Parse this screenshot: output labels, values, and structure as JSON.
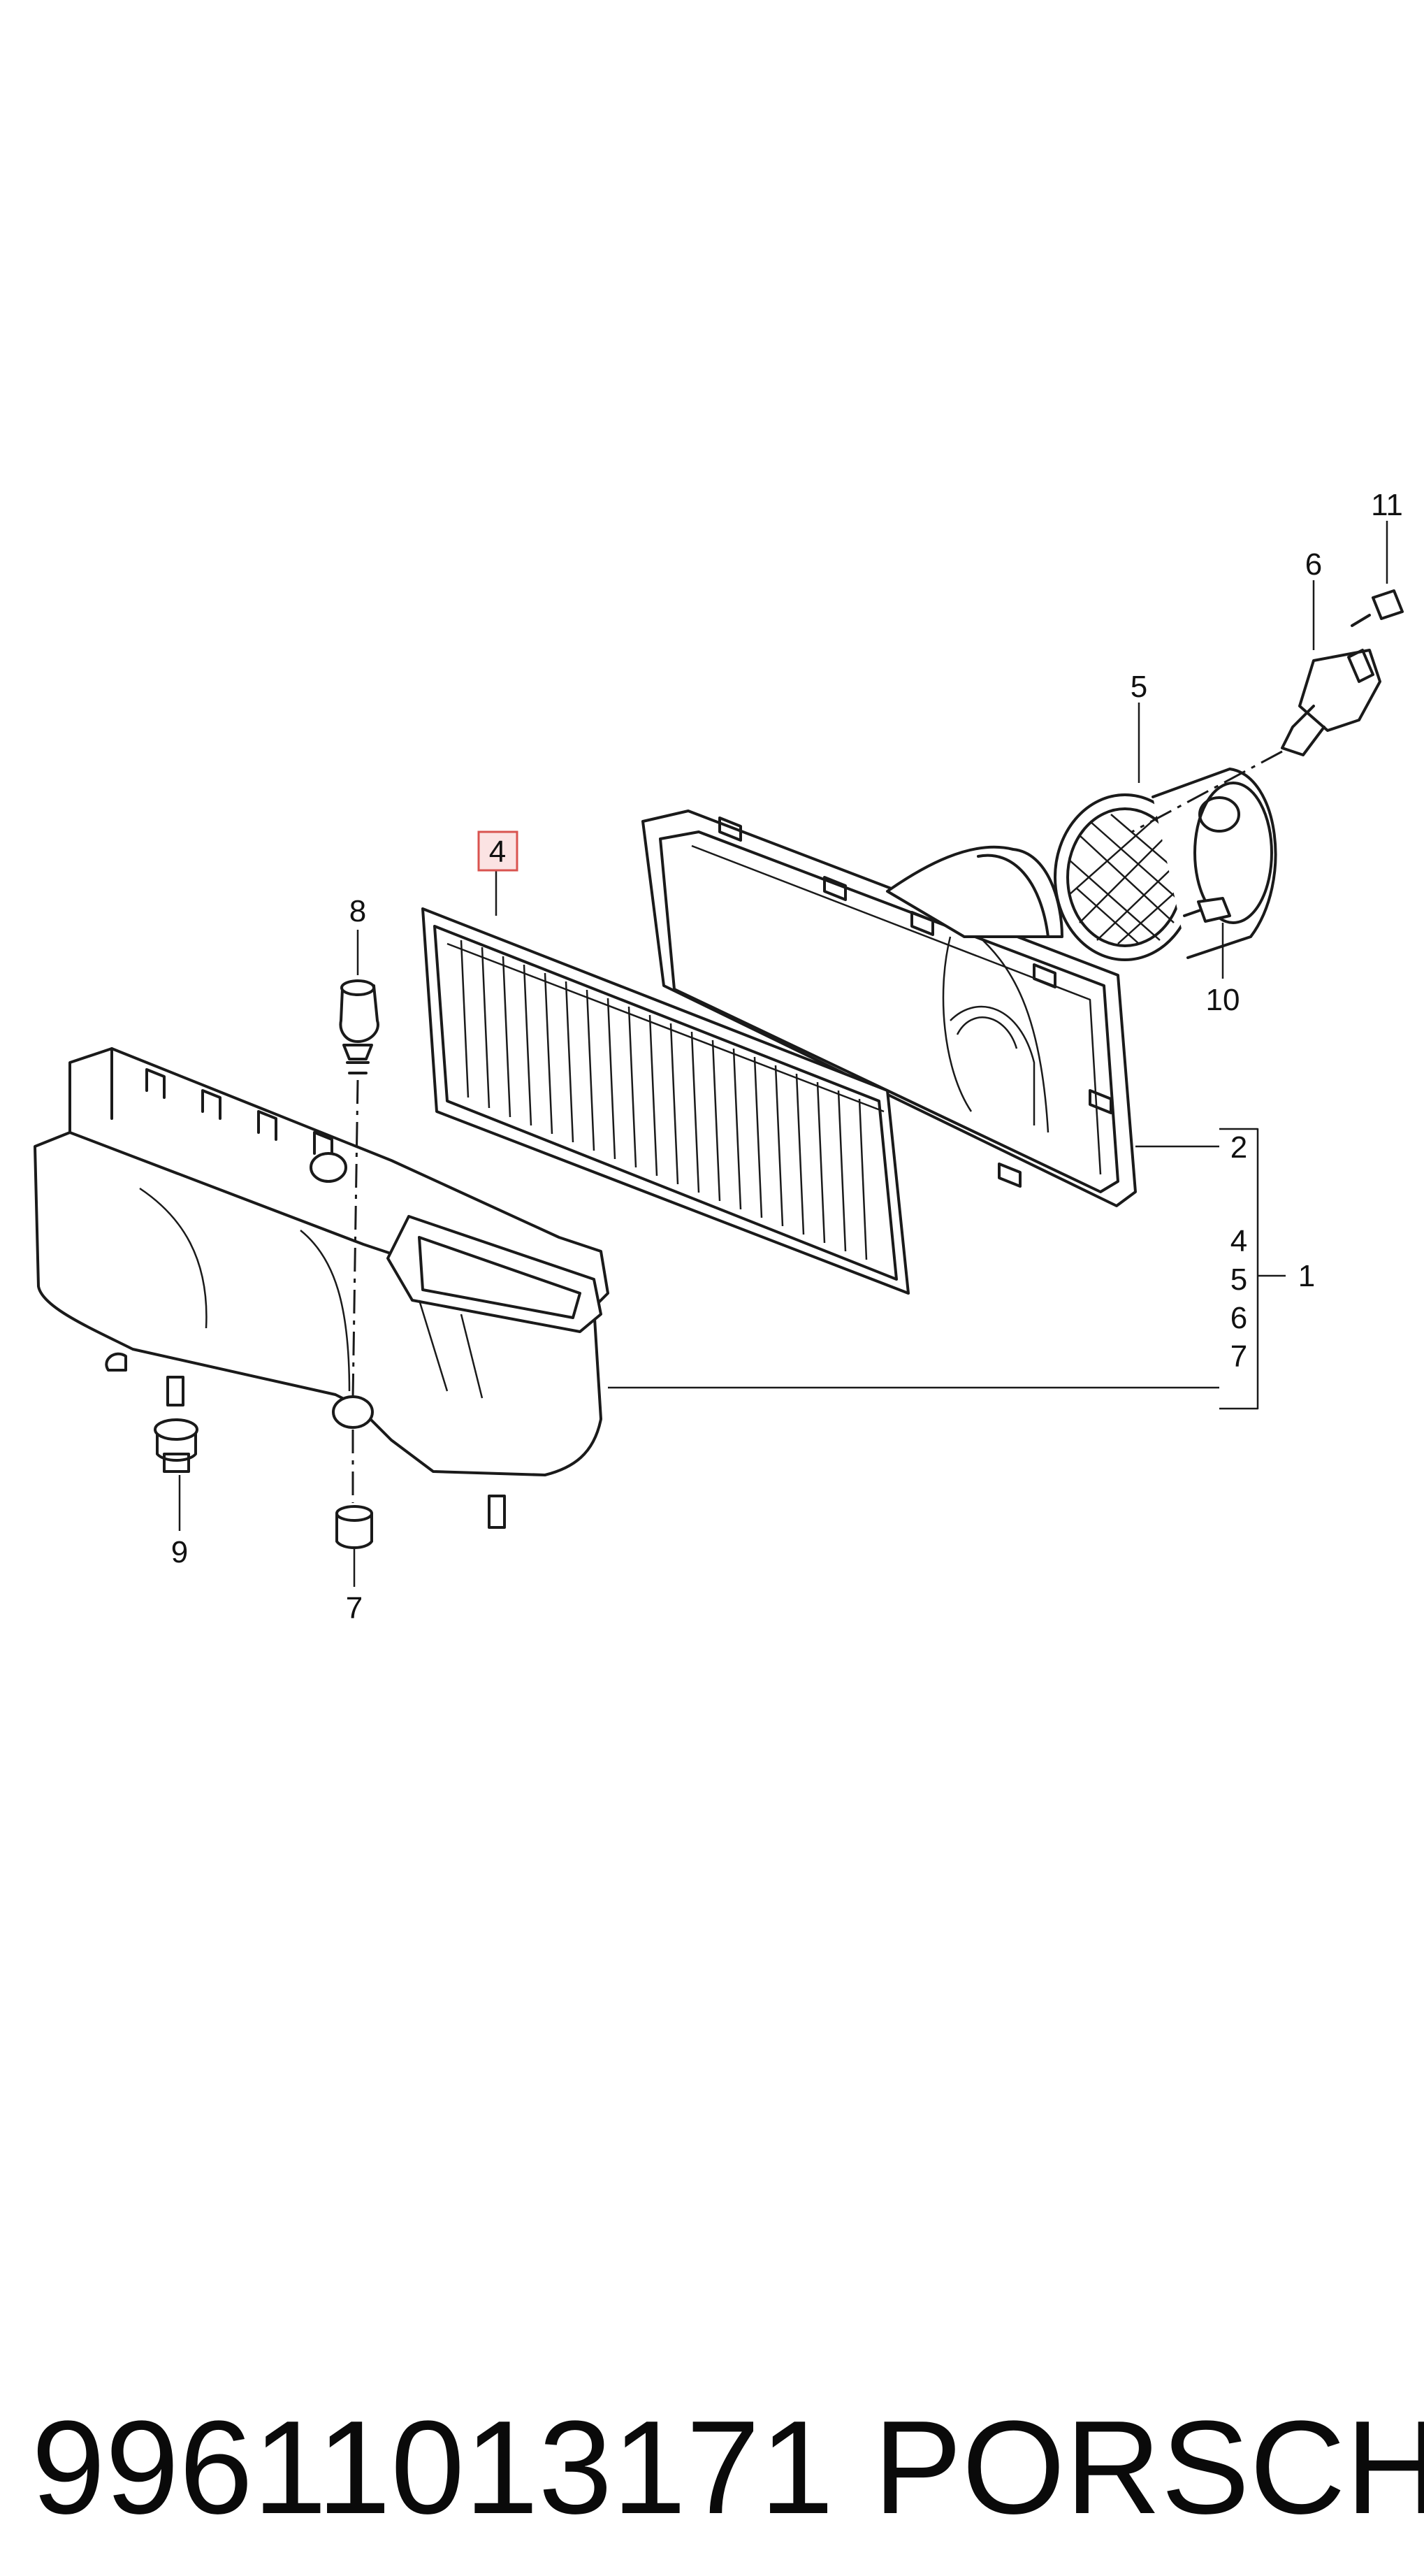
{
  "colors": {
    "stroke": "#1a1a1a",
    "highlight_box": "#d9534f",
    "highlight_fill": "#fbe3e3",
    "background": "#ffffff"
  },
  "callouts": {
    "c1": "1",
    "c2": "2",
    "c4_highlight": "4",
    "c4": "4",
    "c5_group": "5",
    "c6_group": "6",
    "c7_group": "7",
    "c5": "5",
    "c6": "6",
    "c7": "7",
    "c8": "8",
    "c9": "9",
    "c10": "10",
    "c11": "11"
  },
  "footer": {
    "part_number": "99611013171",
    "brand": "PORSCHE"
  }
}
